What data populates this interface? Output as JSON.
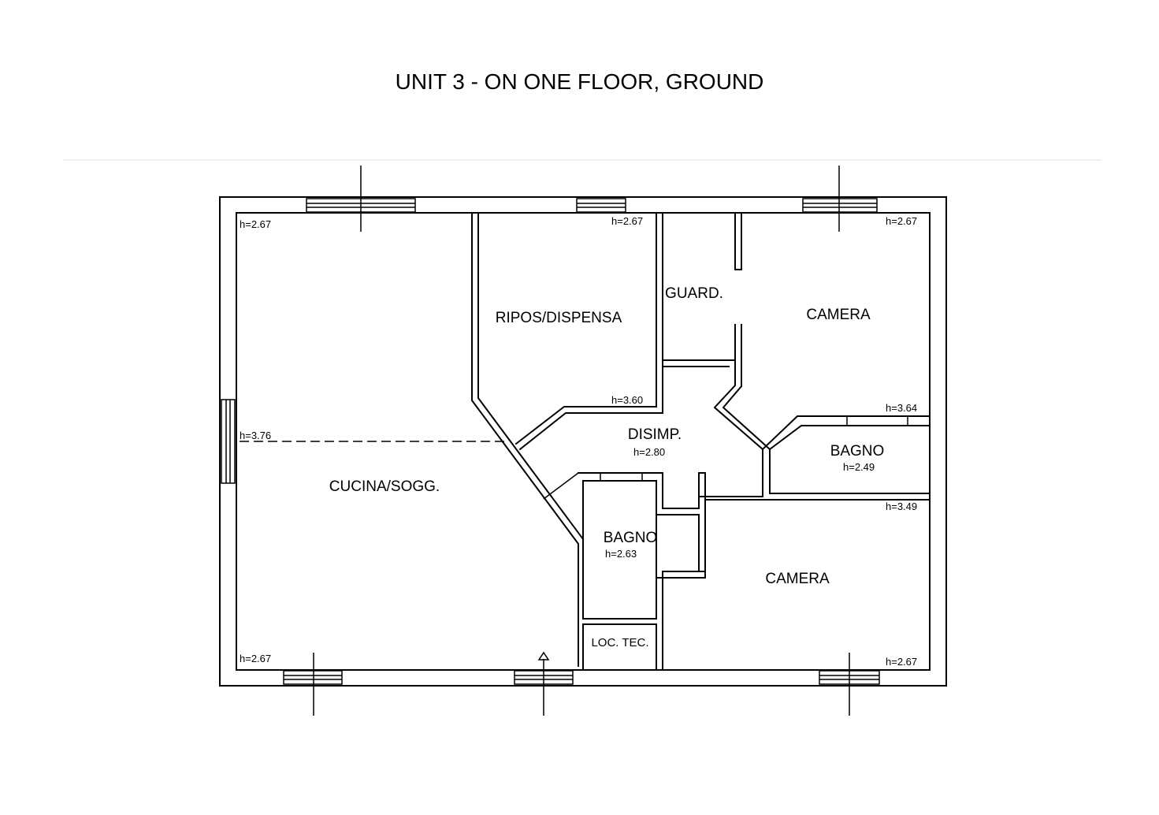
{
  "title": "UNIT 3 - ON ONE FLOOR, GROUND",
  "rooms": {
    "cucina": "CUCINA/SOGG.",
    "ripos": "RIPOS/DISPENSA",
    "guard": "GUARD.",
    "camera_top": "CAMERA",
    "disimp": "DISIMP.",
    "bagno_right": "BAGNO",
    "bagno_center": "BAGNO",
    "camera_bottom": "CAMERA",
    "loc_tec": "LOC. TEC."
  },
  "heights": {
    "cucina_top": "h=2.67",
    "cucina_mid": "h=3.76",
    "cucina_bottom": "h=2.67",
    "ripos_top": "h=2.67",
    "ripos_bottom": "h=3.60",
    "camera_top_top": "h=2.67",
    "camera_top_bottom": "h=3.64",
    "disimp": "h=2.80",
    "bagno_right": "h=2.49",
    "camera_bottom_top": "h=3.49",
    "camera_bottom_bottom": "h=2.67",
    "bagno_center": "h=2.63"
  }
}
